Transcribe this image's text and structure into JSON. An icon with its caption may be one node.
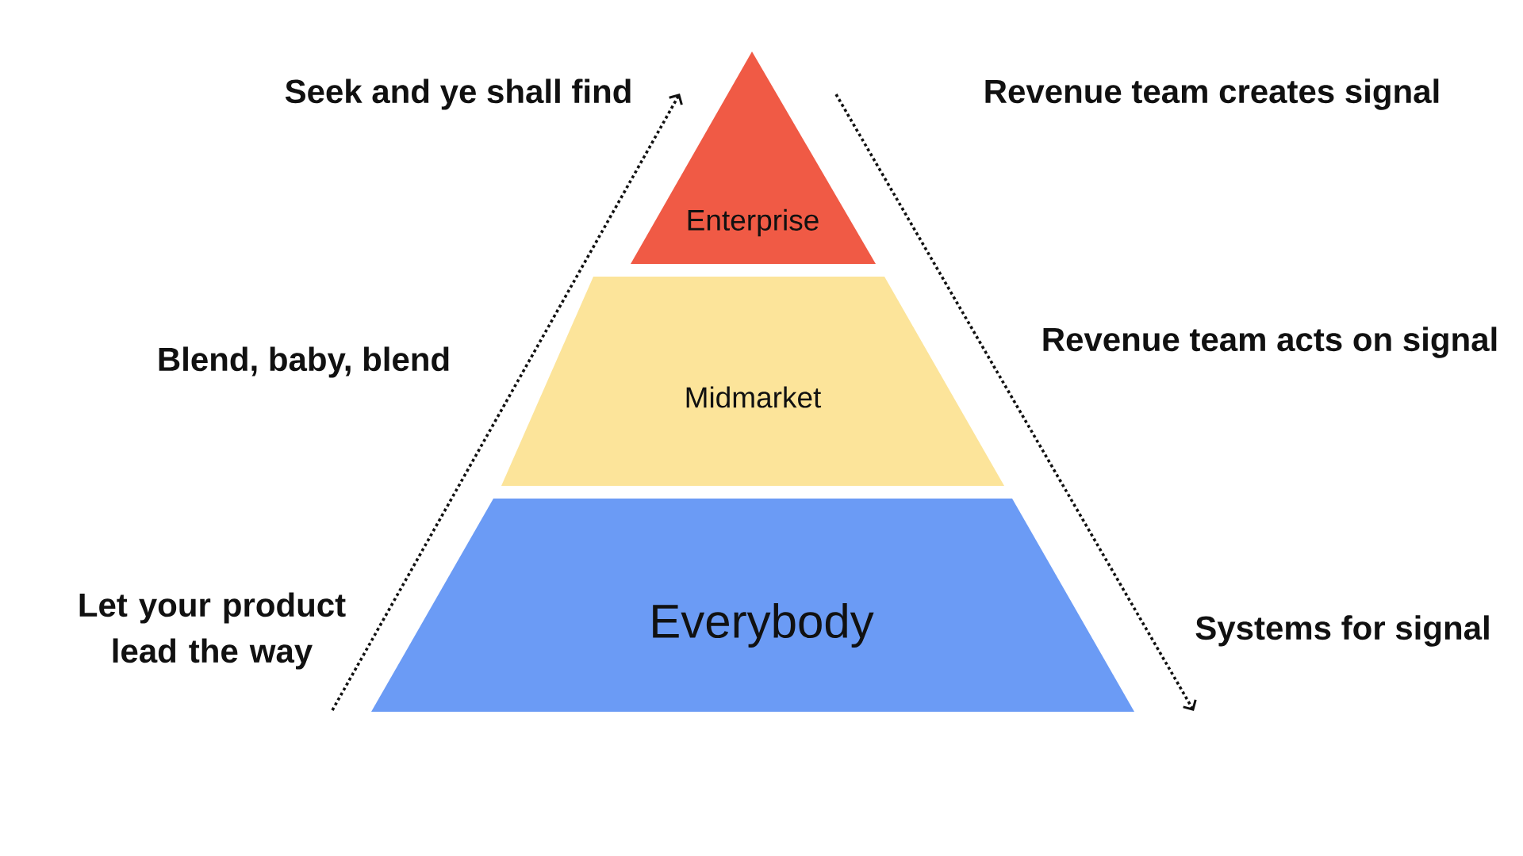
{
  "diagram": {
    "nodes": [
      {
        "text": [
          "Enterprise"
        ]
      },
      {
        "text": [
          "Midmarket"
        ]
      },
      {
        "text": [
          "Everybody"
        ]
      }
    ],
    "labels": [
      "Seek and ye shall find",
      "Revenue team creates signal",
      "Blend, baby, blend",
      "Revenue team acts on signal",
      "Let your product lead the way",
      "Systems for signal"
    ]
  }
}
